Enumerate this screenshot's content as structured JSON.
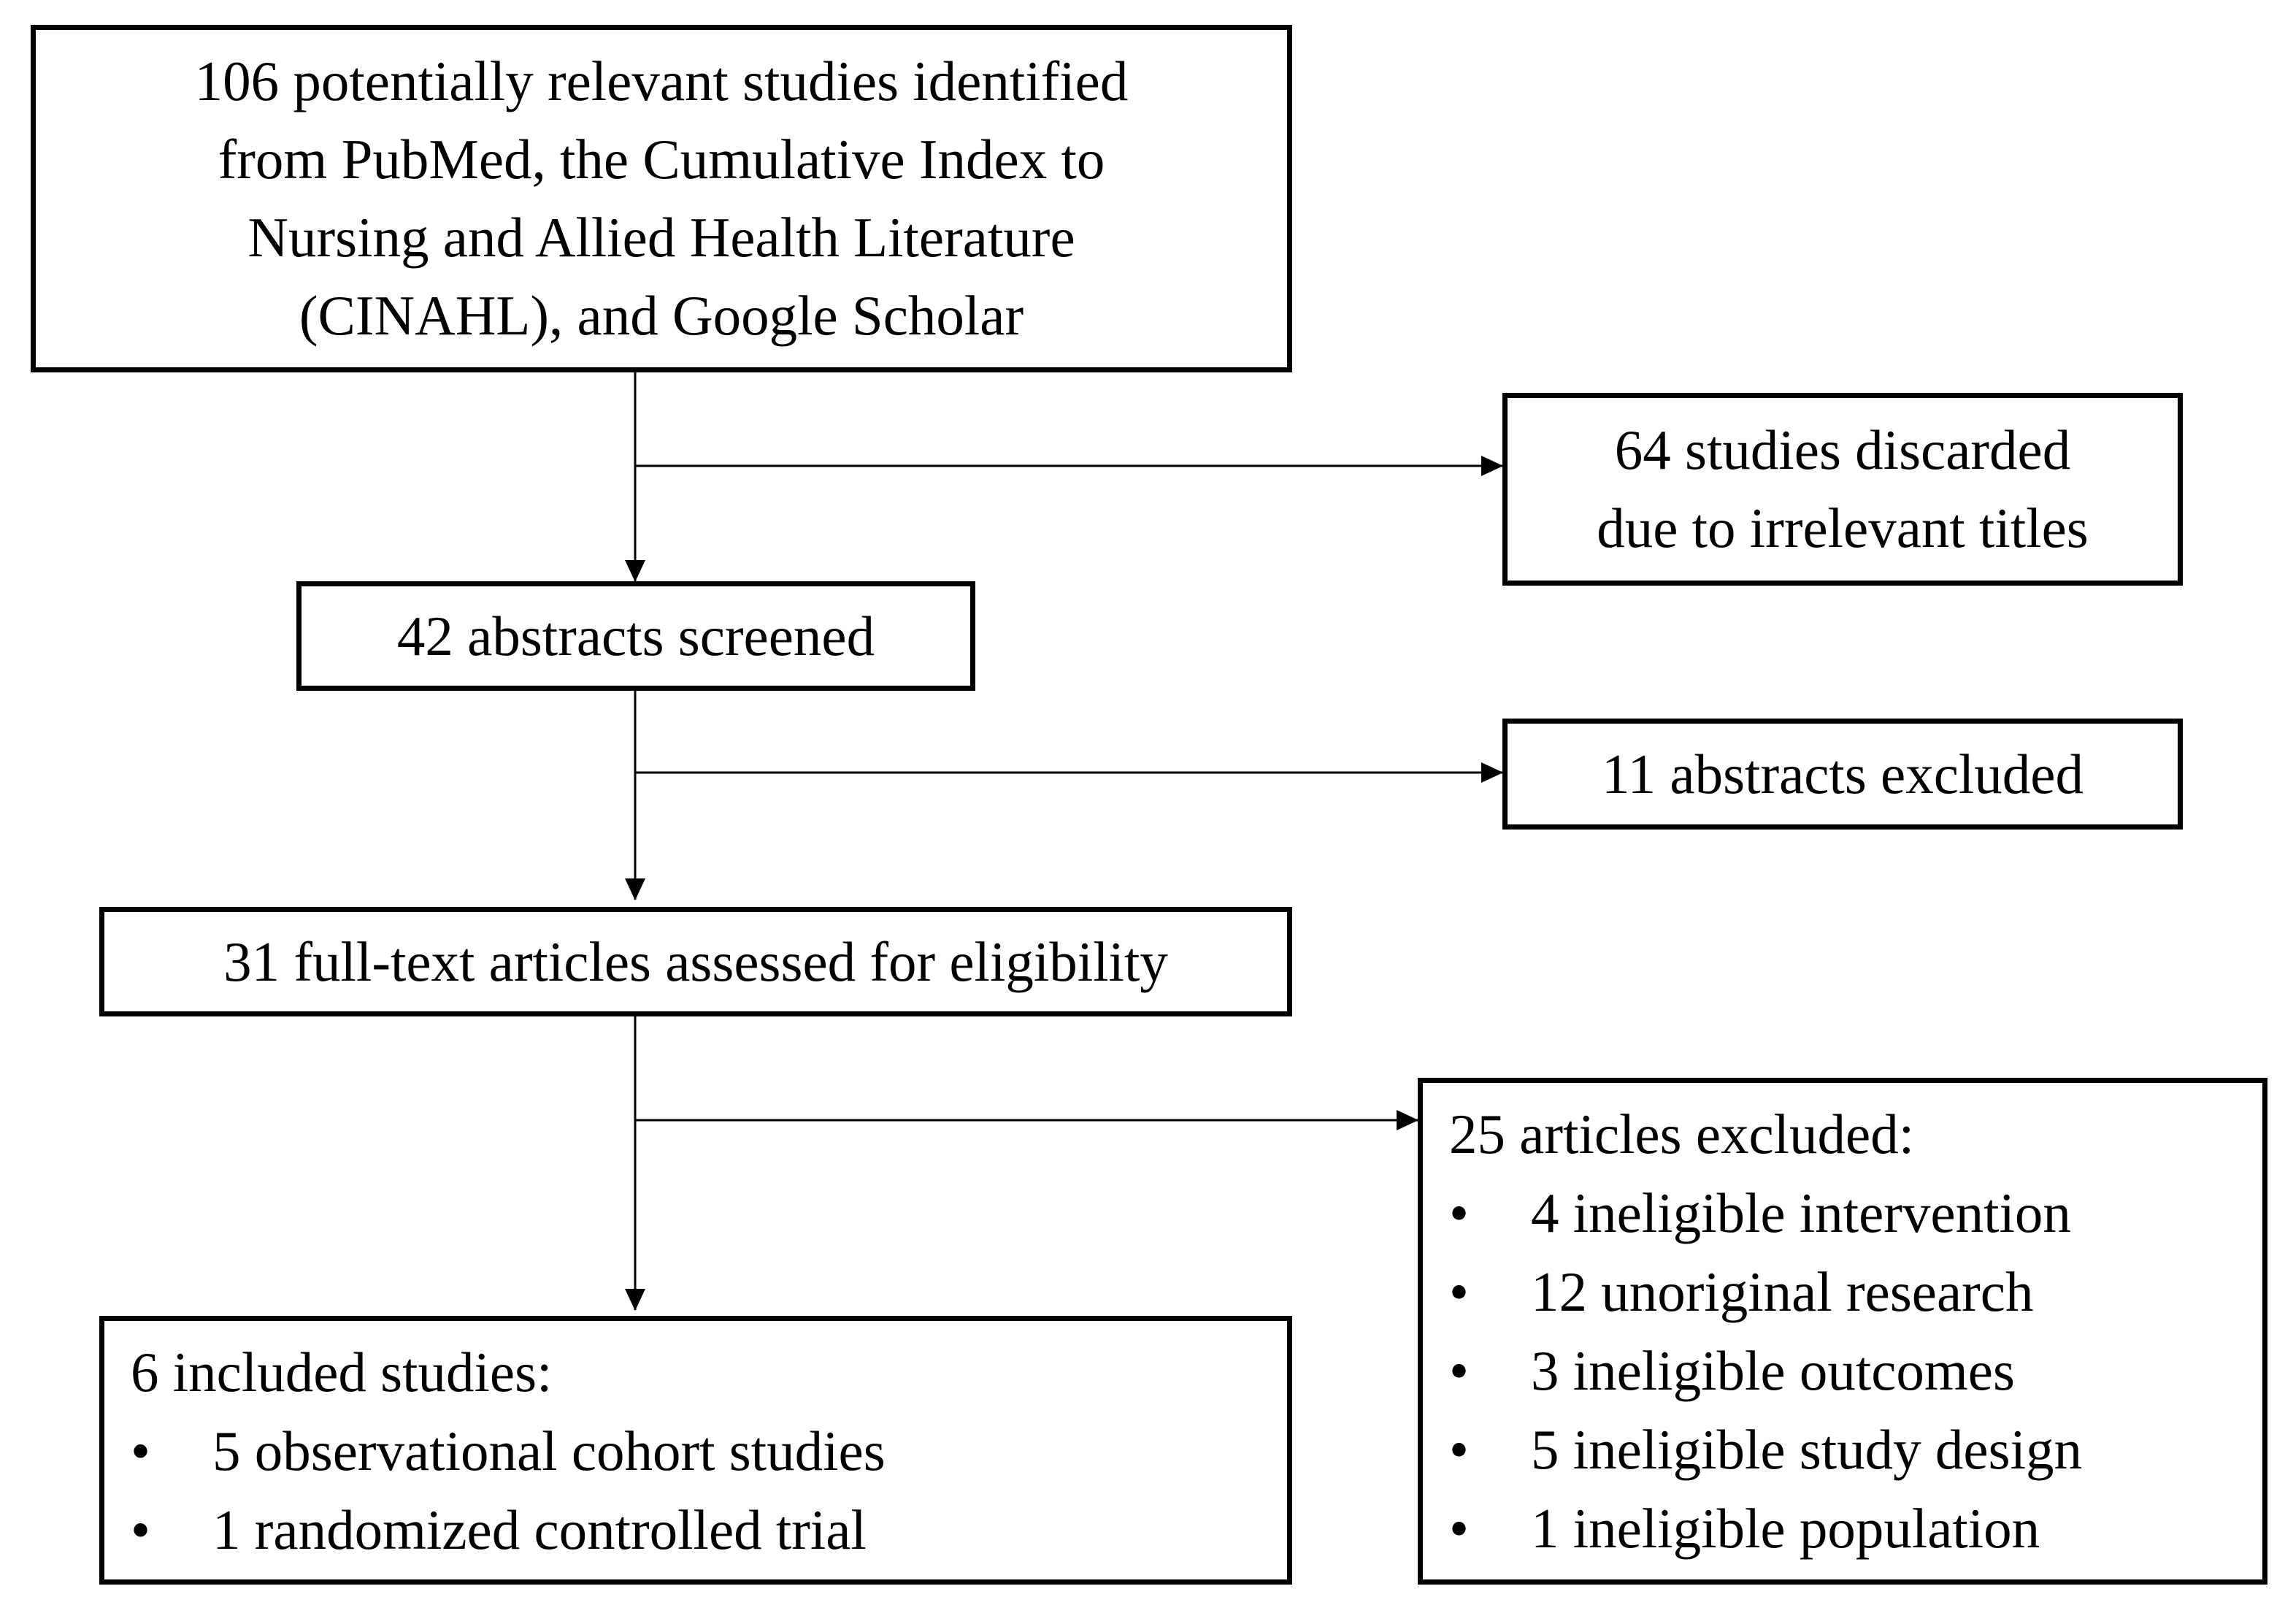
{
  "identification": {
    "lines": [
      "106 potentially relevant studies identified",
      "from PubMed, the Cumulative Index to",
      "Nursing and Allied Health Literature",
      "(CINAHL), and Google Scholar"
    ]
  },
  "title_exclusion": {
    "lines": [
      "64 studies discarded",
      "due to irrelevant titles"
    ]
  },
  "screening": {
    "text": "42 abstracts screened"
  },
  "abstract_exclusion": {
    "text": "11 abstracts excluded"
  },
  "eligibility": {
    "text": "31 full-text articles assessed for eligibility"
  },
  "fulltext_exclusion": {
    "heading": "25 articles excluded:",
    "bullet": "•",
    "items": [
      "4 ineligible intervention",
      "12 unoriginal research",
      "3 ineligible outcomes",
      "5 ineligible study design",
      "1 ineligible population"
    ]
  },
  "included": {
    "heading": "6 included studies:",
    "bullet": "•",
    "items": [
      "5 observational cohort studies",
      "1 randomized controlled trial"
    ]
  }
}
